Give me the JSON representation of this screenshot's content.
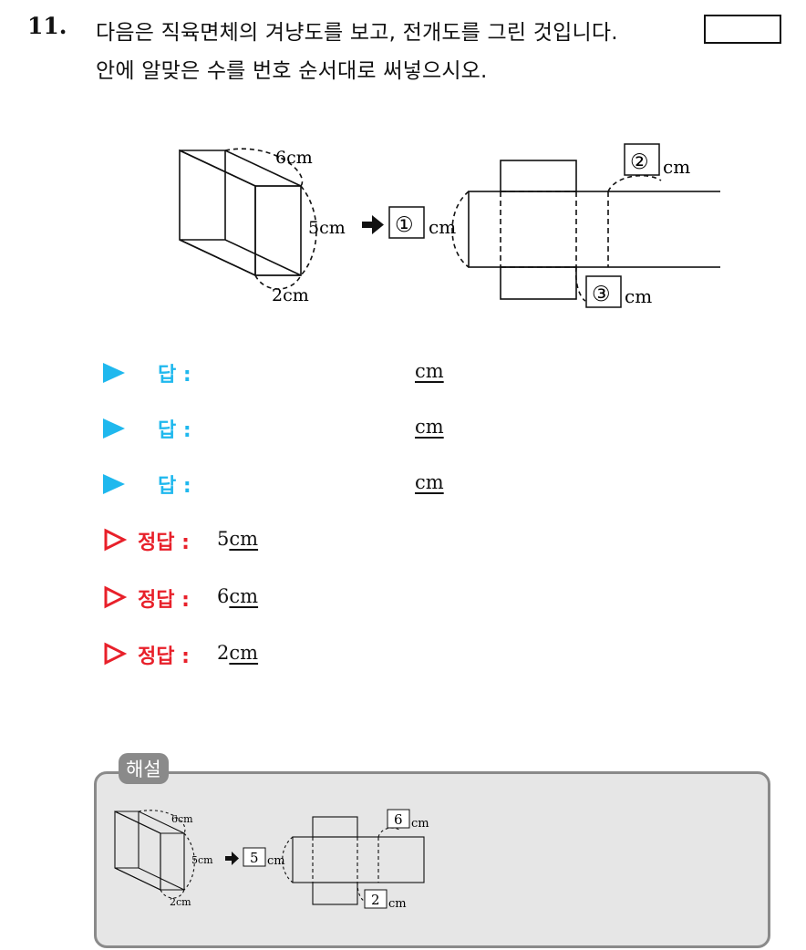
{
  "question": {
    "number": "11.",
    "line1": "다음은 직육면체의 겨냥도를 보고, 전개도를 그린 것입니다.",
    "line2": "안에 알맞은 수를 번호 순서대로 써넣으시오."
  },
  "figure": {
    "cuboid_labels": {
      "top": "6cm",
      "right": "5cm",
      "bottom": "2cm"
    },
    "arrow_icon": "right-arrow-icon",
    "net_labels": {
      "left_box": "①",
      "top_box": "②",
      "bottom_box": "③",
      "unit": "cm"
    }
  },
  "answers": [
    {
      "label": "답 :",
      "unit": "cm"
    },
    {
      "label": "답 :",
      "unit": "cm"
    },
    {
      "label": "답 :",
      "unit": "cm"
    }
  ],
  "correct": [
    {
      "label": "정답 :",
      "value": "5",
      "unit": "cm"
    },
    {
      "label": "정답 :",
      "value": "6",
      "unit": "cm"
    },
    {
      "label": "정답 :",
      "value": "2",
      "unit": "cm"
    }
  ],
  "solution": {
    "tag": "해설",
    "cuboid_labels": {
      "top": "6cm",
      "right": "5cm",
      "bottom": "2cm"
    },
    "net_labels": {
      "left_box": "5",
      "top_box": "6",
      "bottom_box": "2",
      "unit": "cm"
    }
  },
  "colors": {
    "answer_blue": "#1fb8ee",
    "correct_red": "#e8202a",
    "solution_gray": "#8a8a8a",
    "solution_bg": "#e6e6e6"
  }
}
